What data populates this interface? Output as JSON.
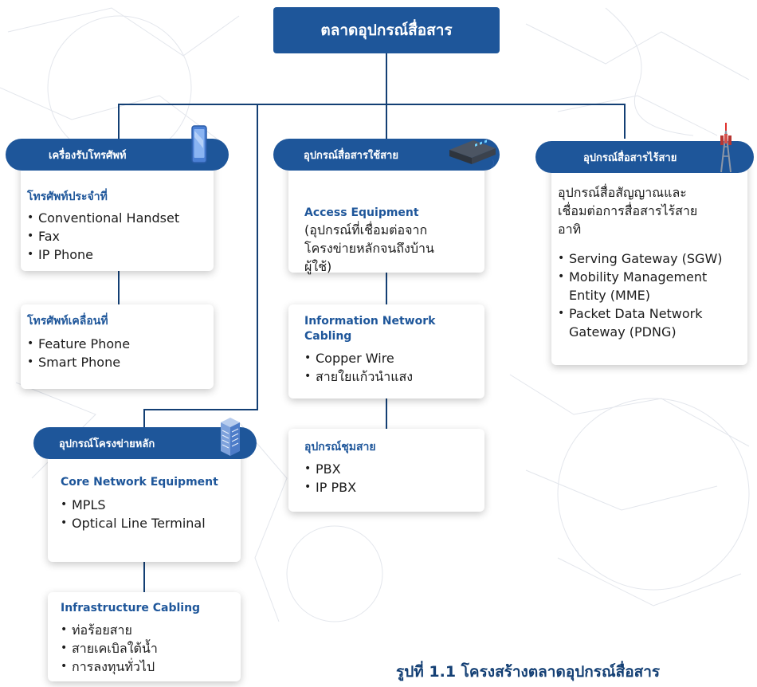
{
  "title": "ตลาดอุปกรณ์สื่อสาร",
  "caption": "รูปที่ 1.1 โครงสร้างตลาดอุปกรณ์สื่อสาร",
  "colors": {
    "primary": "#1e569a",
    "line": "#133f74",
    "card_bg": "#ffffff"
  },
  "branches": {
    "phone": {
      "label": "เครื่องรับโทรศัพท์",
      "icon": "smartphone-icon",
      "fixed": {
        "heading": "โทรศัพท์ประจำที่",
        "items": [
          "Conventional Handset",
          "Fax",
          "IP Phone"
        ]
      },
      "mobile": {
        "heading": "โทรศัพท์เคลื่อนที่",
        "items": [
          "Feature Phone",
          "Smart Phone"
        ]
      }
    },
    "wired": {
      "label": "อุปกรณ์สื่อสารใช้สาย",
      "icon": "network-switch-icon",
      "access": {
        "heading": "Access Equipment",
        "desc": [
          "(อุปกรณ์ที่เชื่อมต่อจาก",
          "โครงข่ายหลักจนถึงบ้าน",
          "ผู้ใช้)"
        ]
      },
      "cabling": {
        "heading": "Information Network Cabling",
        "items": [
          "Copper Wire",
          "สายใยแก้วนำแสง"
        ]
      },
      "pbx": {
        "heading": "อุปกรณ์ชุมสาย",
        "items": [
          "PBX",
          "IP PBX"
        ]
      }
    },
    "wireless": {
      "label": "อุปกรณ์สื่อสารไร้สาย",
      "icon": "cell-tower-icon",
      "desc": [
        "อุปกรณ์สื่อสัญญาณและ",
        "เชื่อมต่อการสื่อสารไร้สาย",
        "อาทิ"
      ],
      "items": [
        "Serving Gateway (SGW)",
        "Mobility Management Entity (MME)",
        "Packet Data Network Gateway (PDNG)"
      ]
    },
    "core": {
      "label": "อุปกรณ์โครงข่ายหลัก",
      "icon": "server-building-icon",
      "equipment": {
        "heading": "Core Network Equipment",
        "items": [
          "MPLS",
          "Optical Line Terminal"
        ]
      },
      "infra": {
        "heading": "Infrastructure Cabling",
        "items": [
          "ท่อร้อยสาย",
          "สายเคเบิลใต้น้ำ",
          "การลงทุนทั่วไป"
        ]
      }
    }
  }
}
